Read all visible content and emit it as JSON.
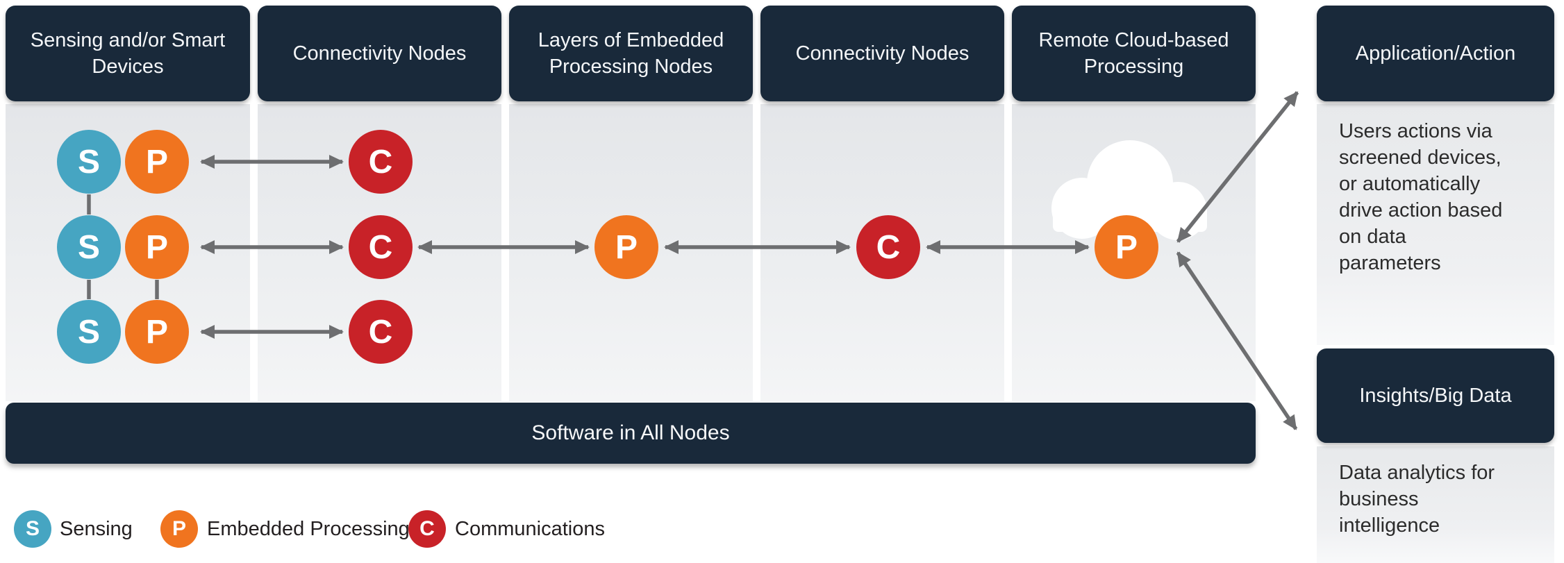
{
  "columns": [
    {
      "title": "Sensing and/or Smart Devices"
    },
    {
      "title": "Connectivity Nodes"
    },
    {
      "title": "Layers of Embedded Processing Nodes"
    },
    {
      "title": "Connectivity Nodes"
    },
    {
      "title": "Remote Cloud-based Processing"
    }
  ],
  "nodes": {
    "sensing": "S",
    "processing": "P",
    "communications": "C"
  },
  "software_bar": {
    "label": "Software in All Nodes"
  },
  "right_panel": {
    "application": {
      "title": "Application/Action",
      "lines": [
        "Users actions via",
        "screened devices,",
        "or automatically",
        "drive action based",
        "on data",
        "parameters"
      ]
    },
    "insights": {
      "title": "Insights/Big Data",
      "lines": [
        "Data analytics for",
        "business",
        "intelligence"
      ]
    }
  },
  "legend": [
    {
      "letter": "S",
      "label": "Sensing",
      "color": "#46a5c2"
    },
    {
      "letter": "P",
      "label": "Embedded Processing",
      "color": "#f0741f"
    },
    {
      "letter": "C",
      "label": "Communications",
      "color": "#c82228"
    }
  ],
  "colors": {
    "header_navy": "#19293a",
    "sensing_blue": "#46a5c2",
    "processing_orange": "#f0741f",
    "communications_red": "#c82228",
    "arrow_gray": "#6d6e70",
    "panel_gray": "#e8eaec"
  }
}
